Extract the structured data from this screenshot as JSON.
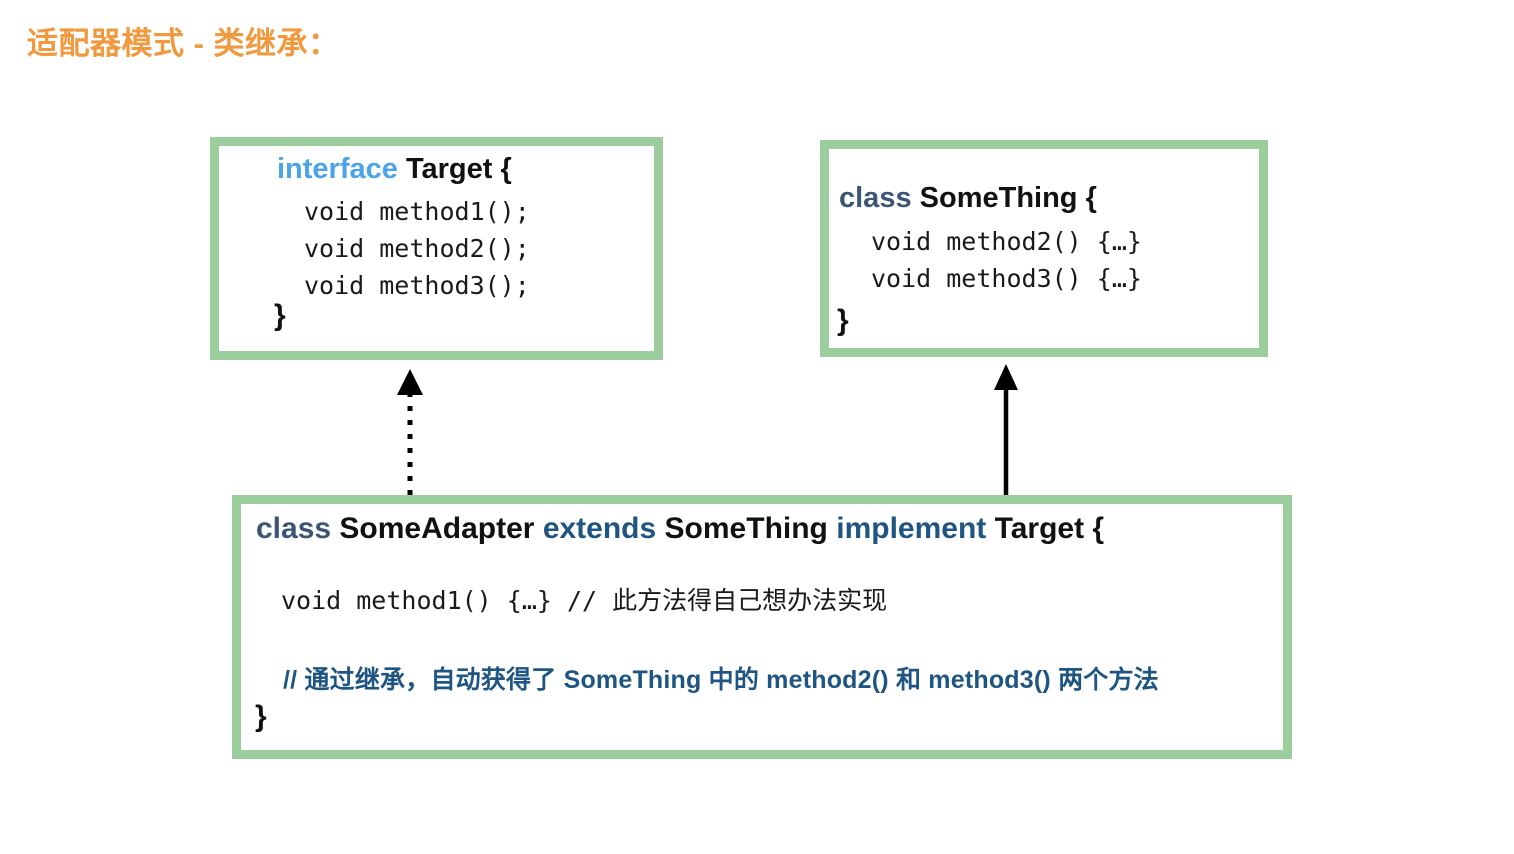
{
  "title": "适配器模式 - 类继承：",
  "colors": {
    "title_orange": "#f0993e",
    "box_border_green": "#9ccd9c",
    "keyword_interface_blue": "#4ba3e8",
    "keyword_class_slate": "#3d5575",
    "keyword_extends_blue": "#1f5582",
    "comment_blue": "#1f5582",
    "text_black": "#111111",
    "background": "#ffffff"
  },
  "boxes": {
    "target": {
      "name": "Target",
      "keyword": "interface",
      "open_brace": "{",
      "close_brace": "}",
      "members": [
        "void method1();",
        "void method2();",
        "void method3();"
      ]
    },
    "something": {
      "name": "SomeThing",
      "keyword": "class",
      "open_brace": "{",
      "close_brace": "}",
      "members": [
        "void method2() {…}",
        "void method3() {…}"
      ]
    },
    "adapter": {
      "keyword_class": "class",
      "name": "SomeAdapter",
      "keyword_extends": "extends",
      "superclass": "SomeThing",
      "keyword_implement": "implement",
      "interface": "Target",
      "open_brace": "{",
      "close_brace": "}",
      "body_line_1": "void method1() {…} // 此方法得自己想办法实现",
      "body_line_2": "// 通过继承，自动获得了 SomeThing 中的 method2() 和 method3() 两个方法"
    }
  },
  "connectors": [
    {
      "id": "realization",
      "from": "SomeAdapter",
      "to": "Target",
      "style": "dotted",
      "arrowhead": "filled-triangle",
      "relationship": "implement"
    },
    {
      "id": "generalization",
      "from": "SomeAdapter",
      "to": "SomeThing",
      "style": "solid",
      "arrowhead": "filled-triangle",
      "relationship": "extends"
    }
  ]
}
